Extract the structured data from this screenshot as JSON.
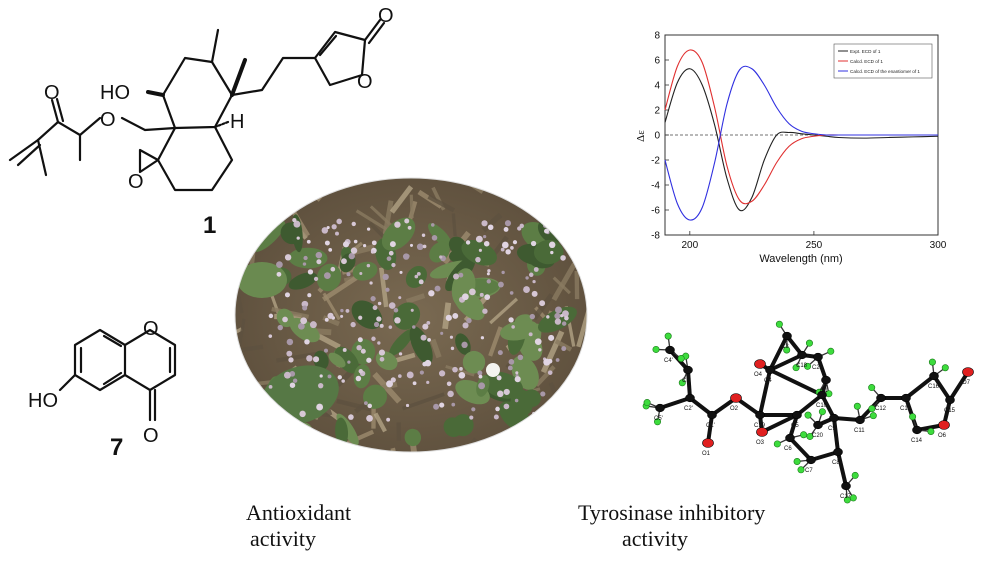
{
  "compound1": {
    "number": "1",
    "labels": {
      "hydroxyl": "HO",
      "hydrogen": "H",
      "oxygen_epoxide": "O",
      "oxygen_ester": "O",
      "oxygen_carbonyl": "O",
      "oxygen_lactone": "O",
      "oxygen_lactone_carbonyl": "O"
    }
  },
  "compound7": {
    "number": "7",
    "labels": {
      "hydroxyl": "HO",
      "oxygen_ring": "O",
      "oxygen_carbonyl": "O"
    }
  },
  "captions": {
    "antioxidant": [
      "Antioxidant",
      "activity"
    ],
    "tyrosinase": [
      "Tyrosinase inhibitory",
      "activity"
    ]
  },
  "chart_data": {
    "type": "line",
    "xlabel": "Wavelength (nm)",
    "ylabel": "Δε",
    "xlim": [
      190,
      300
    ],
    "ylim": [
      -8,
      8
    ],
    "xticks": [
      200,
      250,
      300
    ],
    "yticks": [
      8,
      6,
      4,
      2,
      0,
      -2,
      -4,
      -6,
      -8
    ],
    "zero_line": "dashed",
    "legend_position": "top-right",
    "series": [
      {
        "name": "Expt. ECD of 1",
        "color": "#222222",
        "x": [
          190,
          195,
          200,
          205,
          210,
          215,
          220,
          225,
          230,
          235,
          240,
          245,
          250,
          255,
          260,
          270,
          280,
          290,
          300
        ],
        "y": [
          1.0,
          4.2,
          5.3,
          4.0,
          0.8,
          -3.5,
          -6.0,
          -5.0,
          -2.0,
          0.0,
          0.2,
          0.1,
          0.0,
          -0.1,
          -0.2,
          -0.25,
          -0.2,
          -0.15,
          -0.1
        ]
      },
      {
        "name": "Calcd. ECD of 1",
        "color": "#e03030",
        "x": [
          190,
          195,
          200,
          205,
          210,
          215,
          220,
          225,
          230,
          235,
          240,
          245,
          250,
          255,
          260,
          270,
          280,
          290,
          300
        ],
        "y": [
          2.0,
          5.5,
          6.8,
          5.8,
          2.2,
          -2.5,
          -5.2,
          -5.3,
          -4.0,
          -2.2,
          -0.9,
          -0.3,
          -0.1,
          0.0,
          0.0,
          0.0,
          0.0,
          0.0,
          0.0
        ]
      },
      {
        "name": "Calcd. ECD of the enantiomer of 1",
        "color": "#3030e0",
        "x": [
          190,
          195,
          200,
          205,
          210,
          215,
          220,
          225,
          230,
          235,
          240,
          245,
          250,
          255,
          260,
          270,
          280,
          290,
          300
        ],
        "y": [
          -2.0,
          -5.5,
          -6.8,
          -5.8,
          -2.2,
          2.5,
          5.2,
          5.3,
          4.0,
          2.2,
          0.9,
          0.3,
          0.1,
          0.0,
          0.0,
          0.0,
          0.0,
          0.0,
          0.0
        ]
      }
    ]
  },
  "crystal": {
    "atom_labels": [
      {
        "id": "C1",
        "text": "C1"
      },
      {
        "id": "C2",
        "text": "C2"
      },
      {
        "id": "C3",
        "text": "C3"
      },
      {
        "id": "C4",
        "text": "C4"
      },
      {
        "id": "C5",
        "text": "C5"
      },
      {
        "id": "C6",
        "text": "C6"
      },
      {
        "id": "C7",
        "text": "C7"
      },
      {
        "id": "C8",
        "text": "C8"
      },
      {
        "id": "C9",
        "text": "C9"
      },
      {
        "id": "C10",
        "text": "C10"
      },
      {
        "id": "C11",
        "text": "C11"
      },
      {
        "id": "C12",
        "text": "C12"
      },
      {
        "id": "C13",
        "text": "C13"
      },
      {
        "id": "C14",
        "text": "C14"
      },
      {
        "id": "C15",
        "text": "C15"
      },
      {
        "id": "C16",
        "text": "C16"
      },
      {
        "id": "C17",
        "text": "C17"
      },
      {
        "id": "C18",
        "text": "C18"
      },
      {
        "id": "C19",
        "text": "C19"
      },
      {
        "id": "C20",
        "text": "C20"
      },
      {
        "id": "C1p",
        "text": "C1'"
      },
      {
        "id": "C2p",
        "text": "C2'"
      },
      {
        "id": "C3p",
        "text": "C3'"
      },
      {
        "id": "C4p",
        "text": "C4'"
      },
      {
        "id": "C5p",
        "text": "C5'"
      },
      {
        "id": "O1",
        "text": "O1"
      },
      {
        "id": "O2",
        "text": "O2"
      },
      {
        "id": "O3",
        "text": "O3"
      },
      {
        "id": "O4",
        "text": "O4"
      },
      {
        "id": "O6",
        "text": "O6"
      },
      {
        "id": "O7",
        "text": "O7"
      }
    ]
  },
  "photo": {
    "flower_color": "#c9b8c8",
    "leaf_color": "#4a6a38",
    "soil_color": "#6b5a45"
  }
}
